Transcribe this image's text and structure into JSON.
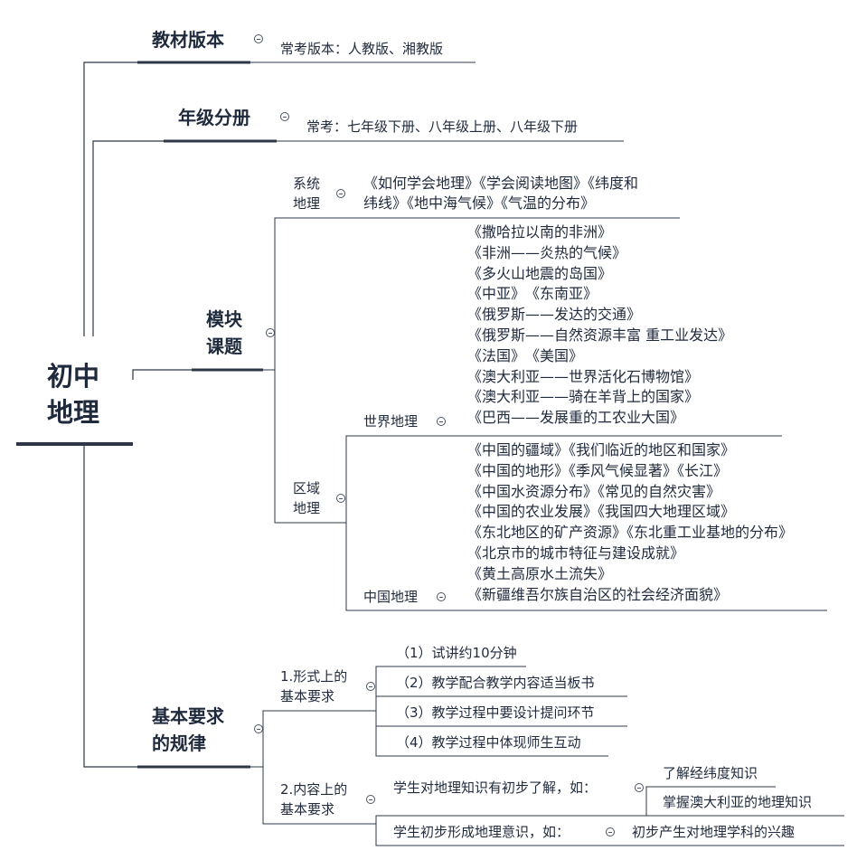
{
  "root": {
    "line1": "初中",
    "line2": "地理"
  },
  "textbook": {
    "title": "教材版本",
    "detail": "常考版本：人教版、湘教版"
  },
  "grade": {
    "title": "年级分册",
    "detail": "常考：七年级下册、八年级上册、八年级下册"
  },
  "modules": {
    "title_line1": "模块",
    "title_line2": "课题",
    "system": {
      "label_line1": "系统",
      "label_line2": "地理",
      "detail_line1": "《如何学会地理》《学会阅读地图》《纬度和",
      "detail_line2": "纬线》《地中海气候》《气温的分布》"
    },
    "regional": {
      "label_line1": "区域",
      "label_line2": "地理",
      "world": {
        "label": "世界地理",
        "items": [
          "《撒哈拉以南的非洲》",
          "《非洲——炎热的气候》",
          "《多火山地震的岛国》",
          "《中亚》　《东南亚》",
          "《俄罗斯——发达的交通》",
          "《俄罗斯——自然资源丰富 重工业发达》",
          "《法国》　《美国》",
          "《澳大利亚——世界活化石博物馆》",
          "《澳大利亚——骑在羊背上的国家》",
          "《巴西——发展重的工农业大国》"
        ]
      },
      "china": {
        "label": "中国地理",
        "items": [
          "《中国的疆域》《我们临近的地区和国家》",
          "《中国的地形》《季风气候显著》《长江》",
          "《中国水资源分布》《常见的自然灾害》",
          "《中国的农业发展》《我国四大地理区域》",
          "《东北地区的矿产资源》《东北重工业基地的分布》",
          "《北京市的城市特征与建设成就》",
          "《黄土高原水土流失》",
          "《新疆维吾尔族自治区的社会经济面貌》"
        ]
      }
    }
  },
  "requirements": {
    "title_line1": "基本要求",
    "title_line2": "的规律",
    "formal": {
      "label_line1": "1.形式上的",
      "label_line2": "基本要求",
      "items": [
        "（1）试讲约10分钟",
        "（2）教学配合教学内容适当板书",
        "（3）教学过程中要设计提问环节",
        "（4）教学过程中体现师生互动"
      ]
    },
    "content": {
      "label_line1": "2.内容上的",
      "label_line2": "基本要求",
      "knowledge": {
        "label": "学生对地理知识有初步了解，如：",
        "items": [
          "了解经纬度知识",
          "掌握澳大利亚的地理知识"
        ]
      },
      "awareness": {
        "label": "学生初步形成地理意识，如：",
        "item": "初步产生对地理学科的兴趣"
      }
    }
  }
}
